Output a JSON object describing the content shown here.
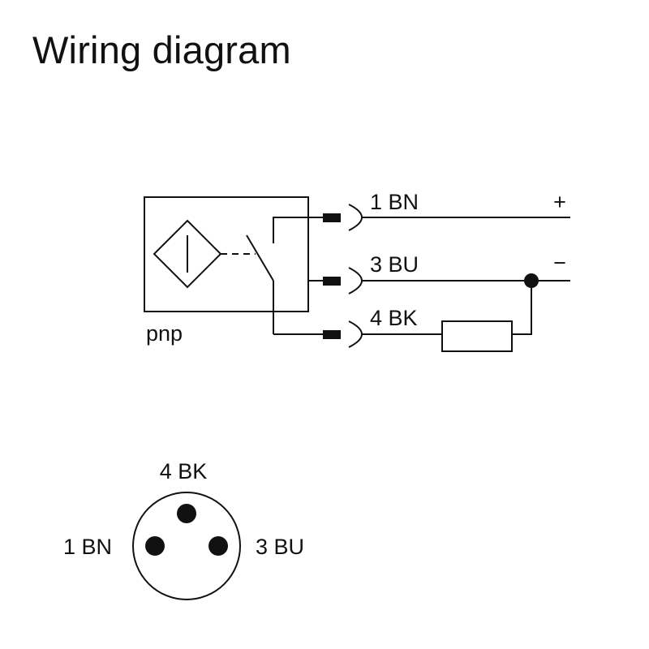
{
  "title": "Wiring diagram",
  "schematic": {
    "output_type_label": "pnp",
    "wires": [
      {
        "pin": "1",
        "color_code": "BN",
        "label": "1 BN",
        "polarity": "+"
      },
      {
        "pin": "3",
        "color_code": "BU",
        "label": "3 BU",
        "polarity": "−"
      },
      {
        "pin": "4",
        "color_code": "BK",
        "label": "4 BK",
        "polarity": ""
      }
    ]
  },
  "connector": {
    "pins": [
      {
        "pin": "4",
        "label": "4 BK"
      },
      {
        "pin": "1",
        "label": "1 BN"
      },
      {
        "pin": "3",
        "label": "3 BU"
      }
    ]
  },
  "colors": {
    "line": "#111111",
    "background": "#ffffff"
  }
}
